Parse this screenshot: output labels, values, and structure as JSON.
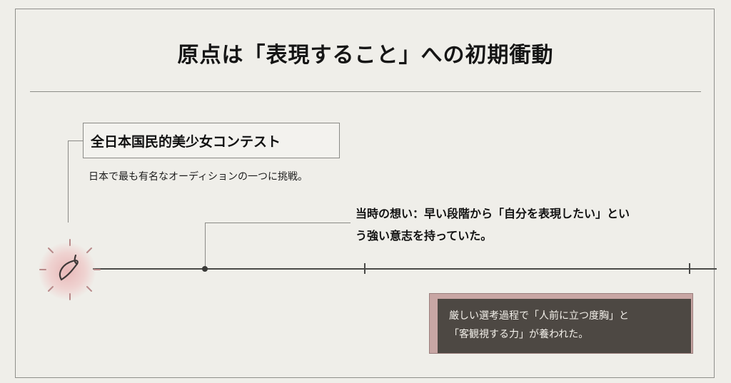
{
  "slide": {
    "title": "原点は「表現すること」への初期衝動",
    "event": {
      "name": "全日本国民的美少女コンテスト",
      "description": "日本で最も有名なオーディションの一つに挑戦。"
    },
    "thought": {
      "line1": "当時の想い：早い段階から「自分を表現したい」とい",
      "line2": "う強い意志を持っていた。"
    },
    "callout": {
      "line1": "厳しい選考過程で「人前に立つ度胸」と",
      "line2": "「客観視する力」が養われた。"
    },
    "icon": "seed-sprout-icon",
    "colors": {
      "background": "#efeee9",
      "callout_bg": "#4d4843",
      "callout_shadow": "#c8a6a4",
      "glow": "#e8b8b8"
    }
  }
}
